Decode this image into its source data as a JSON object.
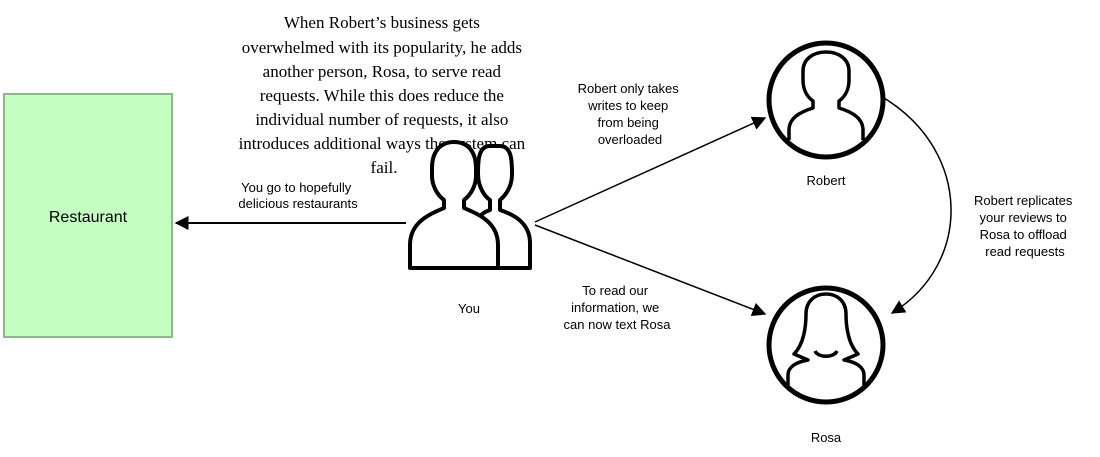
{
  "caption": {
    "lines": [
      "When Robert’s business gets",
      "overwhelmed with its popularity, he adds",
      "another person, Rosa, to serve read",
      "requests. While this does reduce the",
      "individual number of requests, it also",
      "introduces additional ways the system can",
      "fail."
    ]
  },
  "restaurant": {
    "label": "Restaurant",
    "fill": "#c2ffc0",
    "stroke": "#8db88b"
  },
  "you": {
    "label": "You",
    "icon": "two-people-icon"
  },
  "robert": {
    "label": "Robert",
    "icon": "man-avatar-icon"
  },
  "rosa": {
    "label": "Rosa",
    "icon": "woman-avatar-icon"
  },
  "edges": {
    "you_to_restaurant": [
      "You go to hopefully",
      "delicious restaurants"
    ],
    "you_to_robert": [
      "Robert only takes",
      "writes to keep",
      "from being",
      "overloaded"
    ],
    "you_to_rosa": [
      "To read our",
      "information, we",
      "can now text Rosa"
    ],
    "robert_to_rosa": [
      "Robert replicates",
      "your reviews to",
      "Rosa to offload",
      "read requests"
    ]
  }
}
